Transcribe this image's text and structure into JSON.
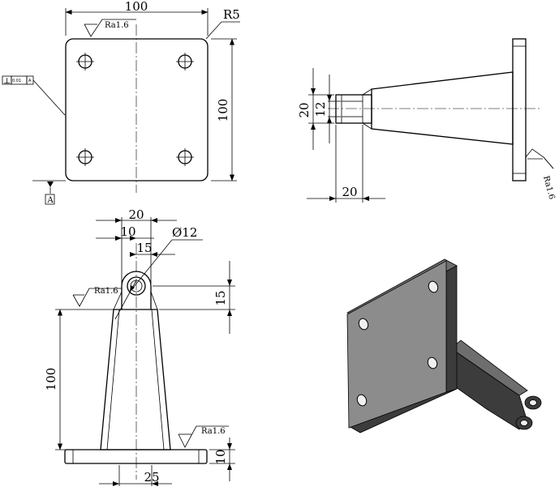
{
  "front_view": {
    "width_dim": "100",
    "height_dim": "100",
    "corner_radius": "R5",
    "roughness": "Ra1.6",
    "perp_symbol": "⊥",
    "perp_tol": "0.01",
    "perp_datum": "A",
    "datum_label": "A"
  },
  "side_view": {
    "dim_20_vertical": "20",
    "dim_12_vertical": "12",
    "dim_20_horizontal": "20",
    "roughness": "Ra1.6"
  },
  "top_view": {
    "dim_20": "20",
    "dim_10": "10",
    "dim_15_horizontal": "15",
    "hole_dia": "Ø12",
    "roughness_left": "Ra1.6",
    "dim_15_vertical": "15",
    "dim_100": "100",
    "roughness_right": "Ra1.6",
    "dim_10_vertical": "10",
    "dim_25": "25"
  },
  "colors": {
    "line": "#000000",
    "iso_face_light": "#8c8c8c",
    "iso_face_mid": "#6e6e6e",
    "iso_face_dark": "#3c3c3c",
    "iso_hole": "#f0f0f0"
  }
}
